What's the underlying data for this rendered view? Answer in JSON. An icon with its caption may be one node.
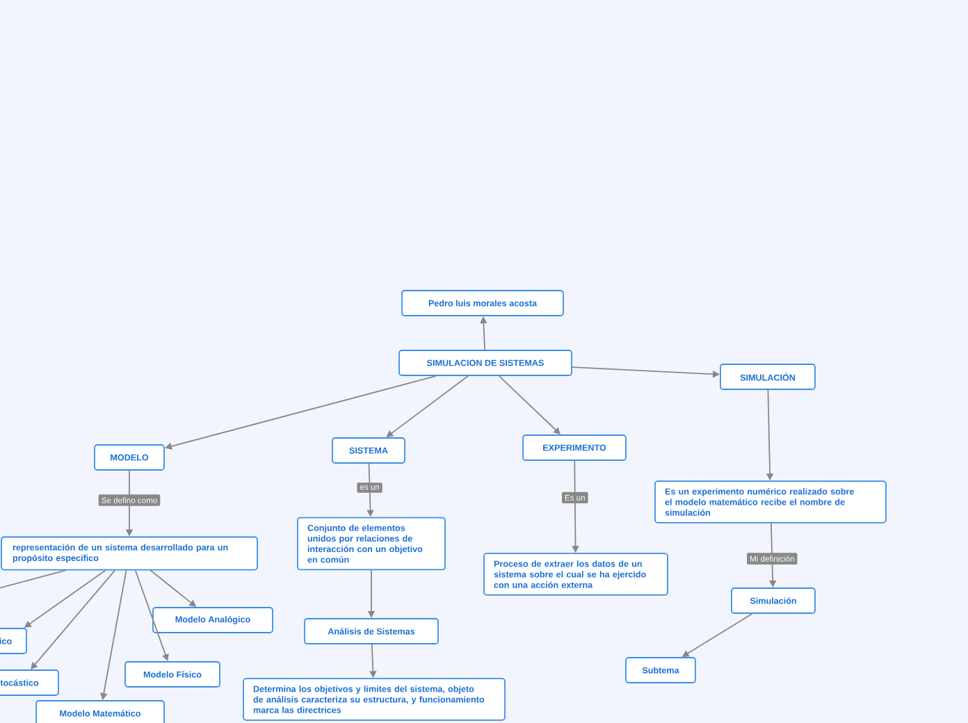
{
  "diagram": {
    "nodes": [
      {
        "text": [
          "SIMULACION DE SISTEMAS"
        ]
      },
      {
        "text": [
          "Pedro luis morales acosta"
        ]
      },
      {
        "text": [
          "MODELO"
        ]
      },
      {
        "text": [
          "SISTEMA"
        ]
      },
      {
        "text": [
          "EXPERIMENTO"
        ]
      },
      {
        "text": [
          "SIMULACIÓN"
        ]
      },
      {
        "text": [
          "representación de un sistema desarrollado para un propósito especifico"
        ]
      },
      {
        "text": [
          "ico"
        ]
      },
      {
        "text": [
          "tocástico"
        ]
      },
      {
        "text": [
          "Modelo Matemático"
        ]
      },
      {
        "text": [
          "Modelo Físico"
        ]
      },
      {
        "text": [
          "Modelo Analógico"
        ]
      },
      {
        "text": [
          "Conjunto de elementos unidos por relaciones de interacción con un objetivo en común"
        ]
      },
      {
        "text": [
          "Análisis de Sistemas"
        ]
      },
      {
        "text": [
          "Determina los objetivos y limites del sistema, objeto de análisis caracteriza su estructura, y funcionamiento marca las directrices"
        ]
      },
      {
        "text": [
          "Proceso de extraer los datos de un sistema sobre el cual se ha ejercido con una acción externa"
        ]
      },
      {
        "text": [
          "Es un experimento numérico realizado sobre el modelo matemático recibe el nombre de simulación"
        ]
      },
      {
        "text": [
          "Simulación"
        ]
      },
      {
        "text": [
          "Subtema"
        ]
      }
    ],
    "edges": [
      {
        "from": 0,
        "to": 1,
        "arrow": "to"
      },
      {
        "from": 0,
        "to": 2,
        "arrow": "to"
      },
      {
        "from": 0,
        "to": 3,
        "arrow": "to"
      },
      {
        "from": 0,
        "to": 4,
        "arrow": "to"
      },
      {
        "from": 0,
        "to": 5,
        "arrow": "to"
      },
      {
        "from": 2,
        "to": 6,
        "arrow": "to",
        "label": "Se defino como"
      },
      {
        "from": 6,
        "to": null,
        "arrow": "none"
      },
      {
        "from": 6,
        "to": 7,
        "arrow": "to"
      },
      {
        "from": 6,
        "to": 8,
        "arrow": "to"
      },
      {
        "from": 6,
        "to": 9,
        "arrow": "to"
      },
      {
        "from": 6,
        "to": 10,
        "arrow": "to"
      },
      {
        "from": 6,
        "to": 11,
        "arrow": "to"
      },
      {
        "from": 3,
        "to": 12,
        "arrow": "to",
        "label": "es un"
      },
      {
        "from": 12,
        "to": 13,
        "arrow": "to"
      },
      {
        "from": 13,
        "to": 14,
        "arrow": "to"
      },
      {
        "from": 4,
        "to": 15,
        "arrow": "to",
        "label": "Es un"
      },
      {
        "from": 5,
        "to": 16,
        "arrow": "to"
      },
      {
        "from": 16,
        "to": 17,
        "arrow": "to",
        "label": "Mi definición"
      },
      {
        "from": 17,
        "to": 18,
        "arrow": "to"
      }
    ]
  }
}
